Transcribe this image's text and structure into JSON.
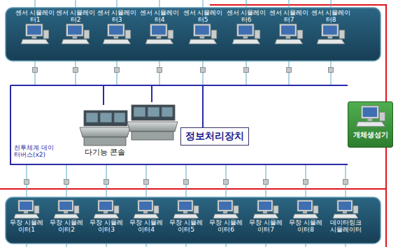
{
  "diagram": {
    "nodes": [
      {
        "text": [
          "센서 시뮬레이터1"
        ]
      },
      {
        "text": [
          "센서 시뮬레이터2"
        ]
      },
      {
        "text": [
          "센서 시뮬레이터3"
        ]
      },
      {
        "text": [
          "센서 시뮬레이터4"
        ]
      },
      {
        "text": [
          "센서 시뮬레이터5"
        ]
      },
      {
        "text": [
          "센서 시뮬레이터6"
        ]
      },
      {
        "text": [
          "센서 시뮬레이터7"
        ]
      },
      {
        "text": [
          "센서 시뮬레이터8"
        ]
      },
      {
        "text": [
          "정보처리장치"
        ]
      },
      {
        "text": [
          "개체생성기"
        ]
      },
      {
        "text": [
          "무장 시뮬레이터1"
        ]
      },
      {
        "text": [
          "무장 시뮬레이터2"
        ]
      },
      {
        "text": [
          "무장 시뮬레이터3"
        ]
      },
      {
        "text": [
          "무장 시뮬레이터4"
        ]
      },
      {
        "text": [
          "무장 시뮬레이터5"
        ]
      },
      {
        "text": [
          "무장 시뮬레이터6"
        ]
      },
      {
        "text": [
          "무장 시뮬레이터7"
        ]
      },
      {
        "text": [
          "무장 시뮬레이터8"
        ]
      },
      {
        "text": [
          "데이터링크 시뮬레이터"
        ]
      }
    ],
    "labels": [
      "다기능 콘솔",
      "전투체계 데이터버스(x2)"
    ]
  }
}
